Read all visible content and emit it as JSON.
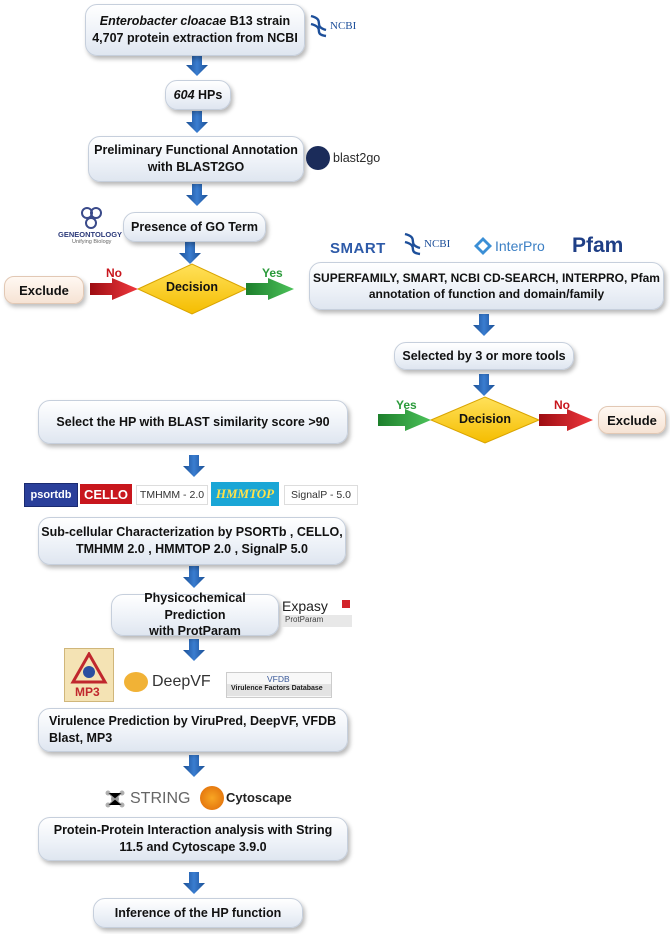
{
  "steps": {
    "extraction": {
      "italic": "Enterobacter cloacae",
      "line1_rest": " B13 strain",
      "line2": "4,707 protein extraction from NCBI"
    },
    "hps": {
      "italic": "604",
      "rest": " HPs"
    },
    "annotation": {
      "line1": "Preliminary Functional Annotation",
      "line2": "with BLAST2GO"
    },
    "go_term": "Presence of GO Term",
    "domain_annotation": {
      "line1": "SUPERFAMILY, SMART, NCBI CD-SEARCH, INTERPRO, Pfam",
      "line2": "annotation of function and domain/family"
    },
    "selected": "Selected by 3 or more tools",
    "blast_similarity": "Select the HP with BLAST similarity score >90",
    "subcellular": {
      "line1": "Sub-cellular Characterization by PSORTb , CELLO,",
      "line2": "TMHMM 2.0 , HMMTOP 2.0 , SignalP 5.0"
    },
    "physicochemical": {
      "line1": "Physicochemical Prediction",
      "line2": "with ProtParam"
    },
    "virulence": {
      "line1": "Virulence Prediction by ViruPred, DeepVF, VFDB",
      "line2": "Blast, MP3"
    },
    "ppi": {
      "line1": "Protein-Protein Interaction analysis with String",
      "line2": "11.5 and Cytoscape 3.9.0"
    },
    "inference": "Inference of the HP function"
  },
  "decision1": {
    "label": "Decision",
    "no": "No",
    "yes": "Yes",
    "exclude": "Exclude"
  },
  "decision2": {
    "label": "Decision",
    "no": "No",
    "yes": "Yes",
    "exclude": "Exclude"
  },
  "logos": {
    "ncbi": "NCBI",
    "blast2go": "blast2go",
    "geneontology": "GENEONTOLOGY",
    "geneontology_sub": "Unifying Biology",
    "smart": "SMART",
    "interpro": "InterPro",
    "pfam": "Pfam",
    "psortdb": "psortdb",
    "cello": "CELLO",
    "tmhmm": "TMHMM - 2.0",
    "hmmtop": "HMMTOP",
    "signalp": "SignalP - 5.0",
    "expasy": "Expasy",
    "protparam": "ProtParam",
    "mp3": "MP3",
    "deepvf": "DeepVF",
    "vfdb": "VFDB",
    "vfdb_sub": "Virulence Factors Database",
    "string": "STRING",
    "cytoscape": "Cytoscape"
  },
  "colors": {
    "arrow_blue": "#1f5fad",
    "decision_yellow": "#ffd21f",
    "no_red": "#c8161d",
    "yes_green": "#2a9a3a"
  }
}
